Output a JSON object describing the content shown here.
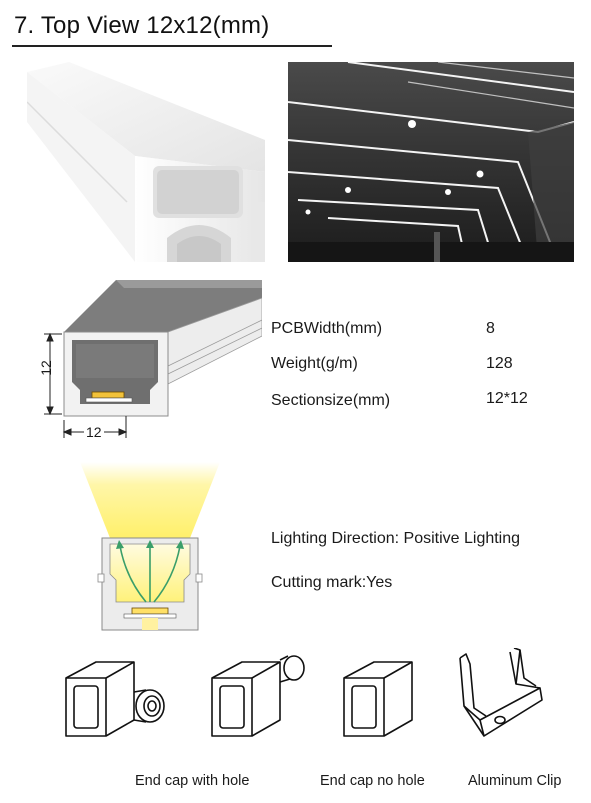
{
  "header": {
    "title": "7. Top View 12x12(mm)"
  },
  "diagram": {
    "height_dim": "12",
    "width_dim": "12"
  },
  "specs": [
    {
      "label": "PCBWidth(mm)",
      "value": "8"
    },
    {
      "label": "Weight(g/m)",
      "value": "128"
    },
    {
      "label": "Sectionsize(mm)",
      "value": "12*12"
    }
  ],
  "features": {
    "lighting_direction": "Lighting Direction: Positive Lighting",
    "cutting_mark": "Cutting mark:Yes"
  },
  "accessories": [
    {
      "label": "End cap with hole",
      "icon": "end-cap-with-hole-icon"
    },
    {
      "label": "End cap no hole",
      "icon": "end-cap-no-hole-icon"
    },
    {
      "label": "Aluminum Clip",
      "icon": "aluminum-clip-icon"
    }
  ],
  "colors": {
    "light_yellow": "#fff27a",
    "arrow_green": "#3a9e6a",
    "profile_gray": "#bdbdbd",
    "ceiling_dark": "#2c2c2c"
  }
}
